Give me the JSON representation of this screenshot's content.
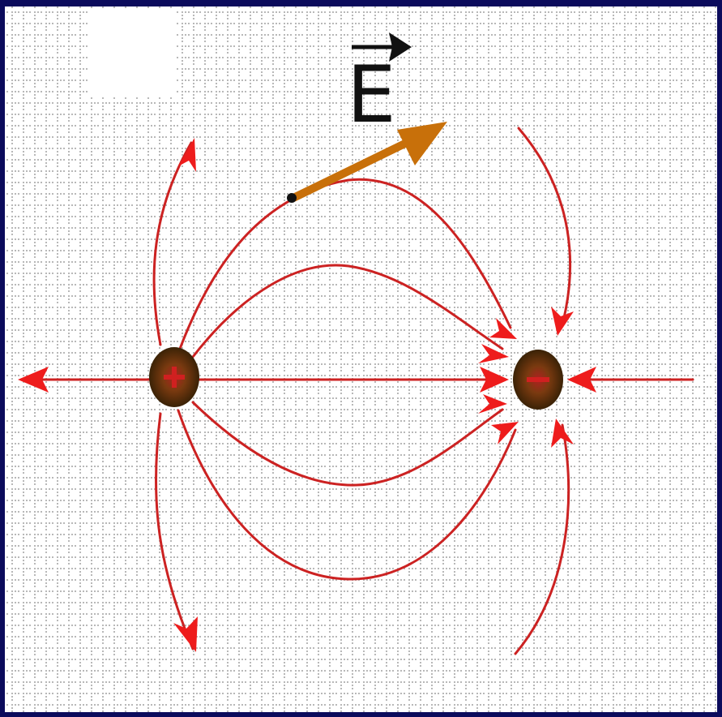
{
  "diagram": {
    "vector_label": "E",
    "charges": [
      {
        "sign": "positive",
        "symbol": "+"
      },
      {
        "sign": "negative",
        "symbol": "−"
      }
    ]
  },
  "colors": {
    "frame": "#0b0b5c",
    "grid_background": "#ffffff",
    "grid_dots": "#b8b8b8",
    "field_line": "#cc2222",
    "arrowhead": "#ee1c1c",
    "vector_arrow": "#c8700a",
    "charge_body": "#4a2a08",
    "charge_core": "#b02020",
    "label": "#111111"
  },
  "icons": {
    "vector_arrow": "field-vector-arrow-icon",
    "vector_label_arrow": "vector-overarrow-icon"
  }
}
